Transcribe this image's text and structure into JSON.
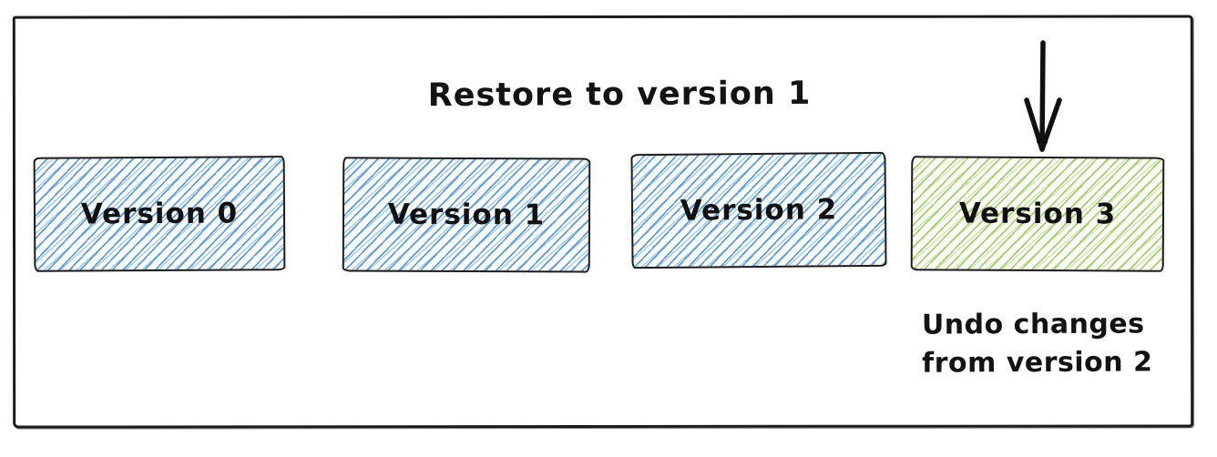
{
  "diagram": {
    "title": "Restore to version 1",
    "boxes": [
      {
        "label": "Version 0",
        "state": "normal"
      },
      {
        "label": "Version 1",
        "state": "normal"
      },
      {
        "label": "Version 2",
        "state": "normal"
      },
      {
        "label": "Version 3",
        "state": "highlighted"
      }
    ],
    "arrow_icon": "down-arrow",
    "annotation": {
      "line1": "Undo changes",
      "line2": "from version 2"
    },
    "colors": {
      "stroke": "#1b1b1b",
      "blue_hatch": "#5b9bd9",
      "green_hatch": "#a3cf6b"
    }
  }
}
